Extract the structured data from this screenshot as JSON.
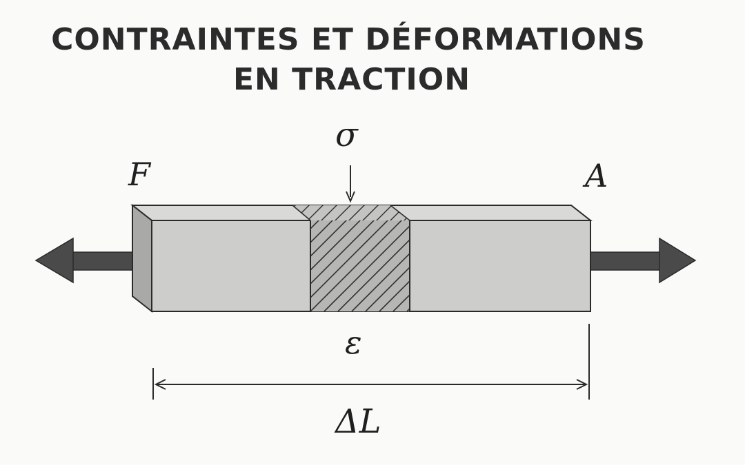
{
  "title": {
    "line1": "CONTRAINTES ET DÉFORMATIONS",
    "line2": "EN TRACTION"
  },
  "labels": {
    "stress": "σ",
    "force": "F",
    "area": "A",
    "strain": "ε",
    "elongation": "ΔL"
  },
  "colors": {
    "bar_face": "#cdcdcb",
    "bar_top": "#d9d9d7",
    "bar_side": "#a9a9a7",
    "hatch_section": "#b6b6b4",
    "arrow": "#4a4a4a",
    "outline": "#2a2a2a"
  }
}
